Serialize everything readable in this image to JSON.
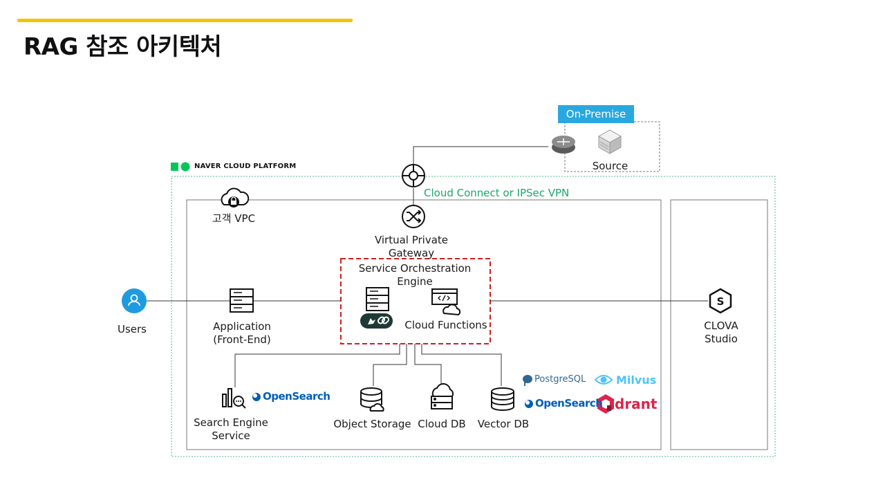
{
  "page": {
    "title": "RAG 참조 아키텍처",
    "accent_color": "#f5c300"
  },
  "brand": {
    "ncp": "NAVER CLOUD PLATFORM",
    "ncp_color": "#03c75a"
  },
  "onprem": {
    "badge": "On-Premise",
    "badge_color": "#29a8e0",
    "source_label": "Source"
  },
  "network": {
    "vpn_label": "Cloud Connect or IPSec VPN",
    "vpn_color": "#1aa86a",
    "vpc_label": "고객 VPC",
    "vpg_label": "Virtual Private Gateway"
  },
  "nodes": {
    "users": "Users",
    "application": "Application (Front-End)",
    "orchestration_title": "Service Orchestration Engine",
    "cloud_functions": "Cloud Functions",
    "clova": "CLOVA Studio",
    "search_engine": "Search Engine Service",
    "object_storage": "Object Storage",
    "cloud_db": "Cloud DB",
    "vector_db": "Vector DB"
  },
  "logos": {
    "opensearch_1": "OpenSearch",
    "opensearch_2": "OpenSearch",
    "postgresql": "PostgreSQL",
    "milvus": "Milvus",
    "qdrant": "drant",
    "qdrant_color": "#dc244c",
    "opensearch_color": "#005eb8"
  }
}
